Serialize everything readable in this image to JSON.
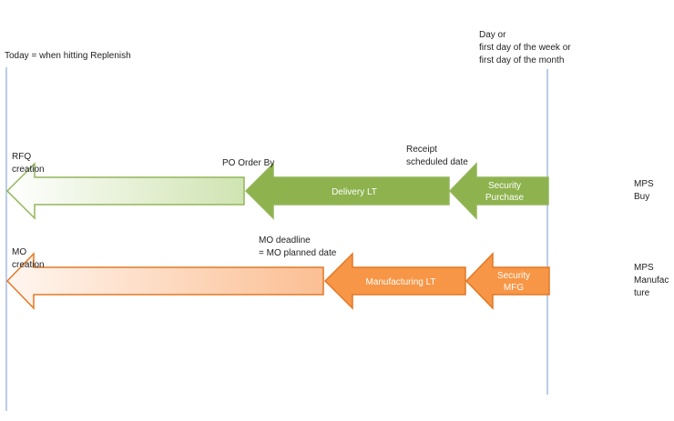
{
  "labels": {
    "today": "Today = when hitting Replenish",
    "period_line1": "Day or",
    "period_line2": "first day of the week or",
    "period_line3": "first day of the month",
    "rfq_line1": "RFQ",
    "rfq_line2": "creation",
    "po_order_by": "PO Order By",
    "receipt_line1": "Receipt",
    "receipt_line2": "scheduled date",
    "mo_line1": "MO",
    "mo_line2": "creation",
    "mo_deadline_line1": "MO deadline",
    "mo_deadline_line2": "= MO planned date",
    "mps_buy_line1": "MPS",
    "mps_buy_line2": "Buy",
    "mps_manuf_line1": "MPS",
    "mps_manuf_line2": "Manufac",
    "mps_manuf_line3": "ture"
  },
  "arrows": {
    "delivery_lt": "Delivery LT",
    "security_purchase_line1": "Security",
    "security_purchase_line2": "Purchase",
    "manufacturing_lt": "Manufacturing LT",
    "security_mfg_line1": "Security",
    "security_mfg_line2": "MFG"
  },
  "colors": {
    "buy_dark": "#8db24e",
    "buy_light": "#d6e8be",
    "buy_stroke": "#94b65a",
    "mfg_dark": "#f79646",
    "mfg_light": "#fde0cd",
    "mfg_stroke": "#e27826",
    "timeline": "#8eaad8"
  }
}
